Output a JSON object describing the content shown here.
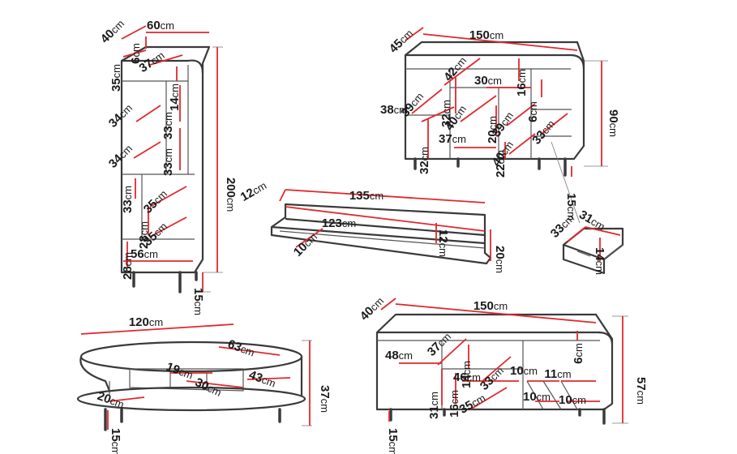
{
  "unit": "cm",
  "pieces": {
    "tall_cabinet": {
      "labels": [
        "40",
        "60",
        "6",
        "35",
        "37",
        "14",
        "34",
        "33",
        "33",
        "34",
        "33",
        "35",
        "28",
        "35",
        "28",
        "56",
        "200",
        "15"
      ]
    },
    "sideboard": {
      "labels": [
        "45",
        "150",
        "42",
        "16",
        "39",
        "32",
        "30",
        "6",
        "90",
        "38",
        "40",
        "20",
        "39",
        "33",
        "32",
        "37",
        "22",
        "40",
        "15"
      ]
    },
    "drawer_detail": {
      "labels": [
        "33",
        "31",
        "14"
      ]
    },
    "wall_shelf": {
      "labels": [
        "12",
        "135",
        "123",
        "12",
        "20",
        "10"
      ]
    },
    "coffee_table": {
      "labels": [
        "120",
        "63",
        "19",
        "30",
        "43",
        "37",
        "20",
        "15"
      ]
    },
    "tv_stand": {
      "labels": [
        "40",
        "150",
        "37",
        "48",
        "14",
        "33",
        "6",
        "31",
        "16",
        "46",
        "10",
        "11",
        "35",
        "10",
        "10",
        "57",
        "15"
      ]
    }
  }
}
